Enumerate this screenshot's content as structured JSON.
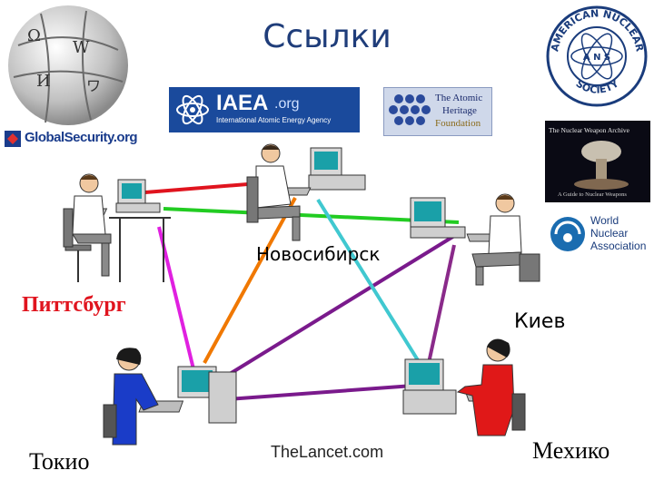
{
  "title": "Ссылки",
  "cities": {
    "pittsburgh": "Питтсбург",
    "novosibirsk": "Новосибирск",
    "kiev": "Киев",
    "tokyo": "Токио",
    "mexico": "Мехико"
  },
  "logos": {
    "iaea_name": "IAEA",
    "iaea_domain": ".org",
    "iaea_full": "International Atomic Energy Agency",
    "heritage_line1": "The Atomic",
    "heritage_line2": "Heritage",
    "heritage_line3": "Foundation",
    "globalsecurity": "GlobalSecurity.org",
    "archive_title": "The Nuclear Weapon Archive",
    "archive_subtitle": "A Guide to Nuclear Weapons",
    "wna_line1": "World",
    "wna_line2": "Nuclear",
    "wna_line3": "Association",
    "ans_top": "AMERICAN NUCLEAR",
    "ans_bottom": "SOCIETY",
    "ans_center": "A N S",
    "lancet": "TheLancet.com"
  },
  "colors": {
    "red": "#e0141e",
    "green": "#22cc22",
    "magenta": "#e020e0",
    "orange": "#f07800",
    "purple": "#7a1a8c",
    "cyan": "#40c8d0",
    "dark_purple": "#8a2a8a"
  }
}
